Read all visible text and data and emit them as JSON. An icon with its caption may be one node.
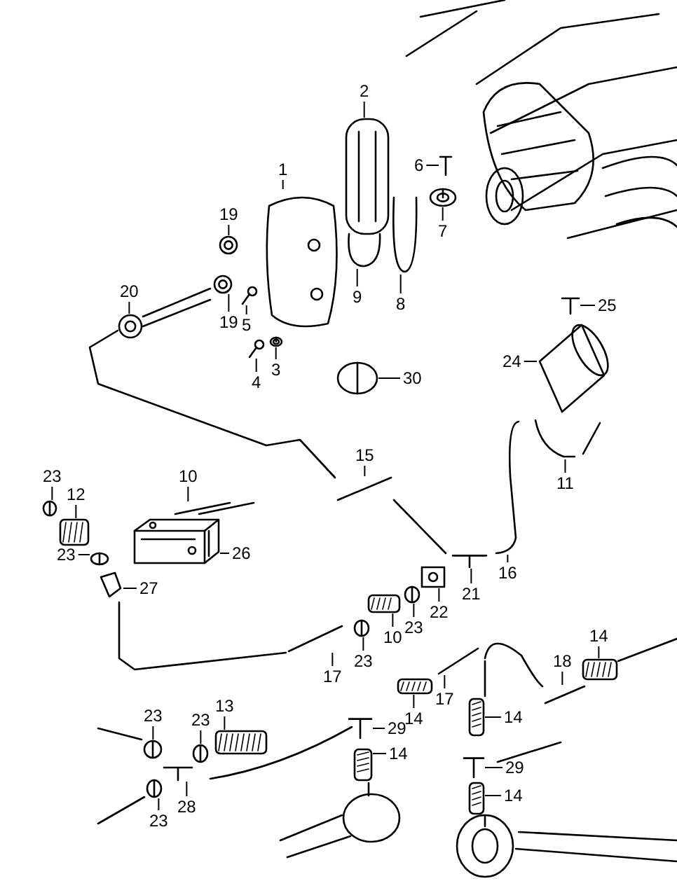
{
  "diagram": {
    "nodes": [
      {
        "text": [
          "2"
        ]
      },
      {
        "text": [
          "6"
        ]
      },
      {
        "text": [
          "1"
        ]
      },
      {
        "text": [
          "19"
        ]
      },
      {
        "text": [
          "7"
        ]
      },
      {
        "text": [
          "20"
        ]
      },
      {
        "text": [
          "9"
        ]
      },
      {
        "text": [
          "8"
        ]
      },
      {
        "text": [
          "25"
        ]
      },
      {
        "text": [
          "19"
        ]
      },
      {
        "text": [
          "5"
        ]
      },
      {
        "text": [
          "3"
        ]
      },
      {
        "text": [
          "24"
        ]
      },
      {
        "text": [
          "30"
        ]
      },
      {
        "text": [
          "4"
        ]
      },
      {
        "text": [
          "15"
        ]
      },
      {
        "text": [
          "10"
        ]
      },
      {
        "text": [
          "23"
        ]
      },
      {
        "text": [
          "11"
        ]
      },
      {
        "text": [
          "12"
        ]
      },
      {
        "text": [
          "26"
        ]
      },
      {
        "text": [
          "23"
        ]
      },
      {
        "text": [
          "16"
        ]
      },
      {
        "text": [
          "27"
        ]
      },
      {
        "text": [
          "21"
        ]
      },
      {
        "text": [
          "22"
        ]
      },
      {
        "text": [
          "23"
        ]
      },
      {
        "text": [
          "14"
        ]
      },
      {
        "text": [
          "10"
        ]
      },
      {
        "text": [
          "23"
        ]
      },
      {
        "text": [
          "18"
        ]
      },
      {
        "text": [
          "17"
        ]
      },
      {
        "text": [
          "17"
        ]
      },
      {
        "text": [
          "13"
        ]
      },
      {
        "text": [
          "23"
        ]
      },
      {
        "text": [
          "14"
        ]
      },
      {
        "text": [
          "14"
        ]
      },
      {
        "text": [
          "23"
        ]
      },
      {
        "text": [
          "29"
        ]
      },
      {
        "text": [
          "14"
        ]
      },
      {
        "text": [
          "29"
        ]
      },
      {
        "text": [
          "14"
        ]
      },
      {
        "text": [
          "28"
        ]
      },
      {
        "text": [
          "23"
        ]
      },
      {
        "text": [],
        "shape": "picture"
      },
      {
        "text": [],
        "shape": "picture"
      },
      {
        "text": [],
        "shape": "picture"
      },
      {
        "text": [],
        "shape": "picture"
      },
      {
        "text": [],
        "shape": "picture"
      },
      {
        "text": [],
        "shape": "picture"
      },
      {
        "text": [],
        "shape": "picture"
      },
      {
        "text": [],
        "shape": "picture"
      },
      {
        "text": [],
        "shape": "picture"
      },
      {
        "text": [],
        "shape": "picture"
      },
      {
        "text": [],
        "shape": "picture"
      },
      {
        "text": [],
        "shape": "picture"
      },
      {
        "text": [],
        "shape": "picture"
      },
      {
        "text": [],
        "shape": "picture"
      },
      {
        "text": [],
        "shape": "picture"
      },
      {
        "text": [],
        "shape": "picture"
      },
      {
        "text": [],
        "shape": "picture"
      },
      {
        "text": [],
        "shape": "picture"
      },
      {
        "text": [],
        "shape": "picture"
      },
      {
        "text": [],
        "shape": "picture"
      },
      {
        "text": [],
        "shape": "picture"
      },
      {
        "text": [],
        "shape": "picture"
      },
      {
        "text": [],
        "shape": "picture"
      },
      {
        "text": [],
        "shape": "picture"
      },
      {
        "text": [],
        "shape": "picture"
      },
      {
        "text": [],
        "shape": "picture"
      },
      {
        "text": [],
        "shape": "picture"
      },
      {
        "text": [],
        "shape": "picture"
      },
      {
        "text": [],
        "shape": "picture"
      },
      {
        "text": [],
        "shape": "picture"
      },
      {
        "text": [],
        "shape": "picture"
      },
      {
        "text": [],
        "shape": "picture"
      },
      {
        "text": [],
        "shape": "picture"
      },
      {
        "text": [],
        "shape": "picture"
      },
      {
        "text": [],
        "shape": "picture"
      },
      {
        "text": [],
        "shape": "picture"
      },
      {
        "text": [],
        "shape": "picture"
      },
      {
        "text": [],
        "shape": "picture"
      },
      {
        "text": [],
        "shape": "picture"
      },
      {
        "text": [],
        "shape": "picture"
      },
      {
        "text": [],
        "shape": "picture"
      },
      {
        "text": [],
        "shape": "picture"
      },
      {
        "text": [],
        "shape": "picture"
      },
      {
        "text": [],
        "shape": "picture"
      }
    ],
    "edges": [
      {
        "from": 0,
        "to": 44,
        "arrow": "none"
      },
      {
        "from": 1,
        "to": 45,
        "arrow": "none"
      },
      {
        "from": 2,
        "to": 46,
        "arrow": "none"
      },
      {
        "from": 3,
        "to": 47,
        "arrow": "none"
      },
      {
        "from": 4,
        "to": 48,
        "arrow": "none"
      },
      {
        "from": 5,
        "to": 49,
        "arrow": "none"
      },
      {
        "from": 6,
        "to": 50,
        "arrow": "none"
      },
      {
        "from": 7,
        "to": 51,
        "arrow": "none"
      },
      {
        "from": 8,
        "to": 52,
        "arrow": "none"
      },
      {
        "from": 9,
        "to": 53,
        "arrow": "none"
      },
      {
        "from": 10,
        "to": 54,
        "arrow": "none"
      },
      {
        "from": 11,
        "to": 55,
        "arrow": "none"
      },
      {
        "from": 12,
        "to": 56,
        "arrow": "none"
      },
      {
        "from": 13,
        "to": 57,
        "arrow": "none"
      },
      {
        "from": 14,
        "to": 58,
        "arrow": "none"
      },
      {
        "from": 15,
        "to": 59,
        "arrow": "none"
      },
      {
        "from": 16,
        "to": 60,
        "arrow": "none"
      },
      {
        "from": 17,
        "to": 61,
        "arrow": "none"
      },
      {
        "from": 18,
        "to": 62,
        "arrow": "none"
      },
      {
        "from": 19,
        "to": 63,
        "arrow": "none"
      },
      {
        "from": 20,
        "to": 64,
        "arrow": "none"
      },
      {
        "from": 21,
        "to": 65,
        "arrow": "none"
      },
      {
        "from": 22,
        "to": 66,
        "arrow": "none"
      },
      {
        "from": 23,
        "to": 67,
        "arrow": "none"
      },
      {
        "from": 24,
        "to": 68,
        "arrow": "none"
      },
      {
        "from": 25,
        "to": 69,
        "arrow": "none"
      },
      {
        "from": 26,
        "to": 70,
        "arrow": "none"
      },
      {
        "from": 27,
        "to": 71,
        "arrow": "none"
      },
      {
        "from": 28,
        "to": 72,
        "arrow": "none"
      },
      {
        "from": 29,
        "to": 73,
        "arrow": "none"
      },
      {
        "from": 30,
        "to": 74,
        "arrow": "none"
      },
      {
        "from": 31,
        "to": 75,
        "arrow": "none"
      },
      {
        "from": 32,
        "to": 76,
        "arrow": "none"
      },
      {
        "from": 33,
        "to": 77,
        "arrow": "none"
      },
      {
        "from": 34,
        "to": 78,
        "arrow": "none"
      },
      {
        "from": 35,
        "to": 79,
        "arrow": "none"
      },
      {
        "from": 36,
        "to": 80,
        "arrow": "none"
      },
      {
        "from": 37,
        "to": 81,
        "arrow": "none"
      },
      {
        "from": 38,
        "to": 82,
        "arrow": "none"
      },
      {
        "from": 39,
        "to": 83,
        "arrow": "none"
      },
      {
        "from": 40,
        "to": 84,
        "arrow": "none"
      },
      {
        "from": 41,
        "to": 85,
        "arrow": "none"
      },
      {
        "from": 42,
        "to": 86,
        "arrow": "none"
      },
      {
        "from": 43,
        "to": 87,
        "arrow": "none"
      }
    ]
  }
}
